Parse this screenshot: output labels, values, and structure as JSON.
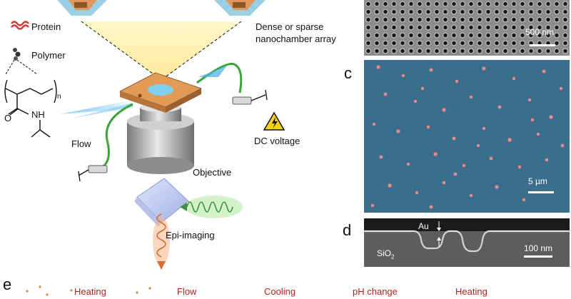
{
  "schematic": {
    "protein_label": "Protein",
    "polymer_label": "Polymer",
    "polymer_subscript": "n",
    "nh_label": "NH",
    "o_label": "O",
    "array_label_line1": "Dense or sparse",
    "array_label_line2": "nanochamber array",
    "flow_label": "Flow",
    "dc_voltage_label": "DC voltage",
    "objective_label": "Objective",
    "epi_label": "Epi-imaging"
  },
  "panel_b": {
    "scale_label": "500 nm"
  },
  "panel_c": {
    "letter": "c",
    "scale_label": "5 µm"
  },
  "panel_d": {
    "letter": "d",
    "au_label": "Au",
    "sio2_label": "SiO",
    "sio2_sub": "2",
    "scale_label": "100 nm"
  },
  "panel_e": {
    "letter": "e",
    "labels": [
      "Heating",
      "Flow",
      "Cooling",
      "pH change",
      "Heating"
    ]
  },
  "colors": {
    "accent_red": "#b0231d",
    "tube_green": "#3aa43a",
    "chip_orange": "#e39a55",
    "sem_grey": "#8a8a8a",
    "fluor_blue": "#3b6e8c"
  }
}
